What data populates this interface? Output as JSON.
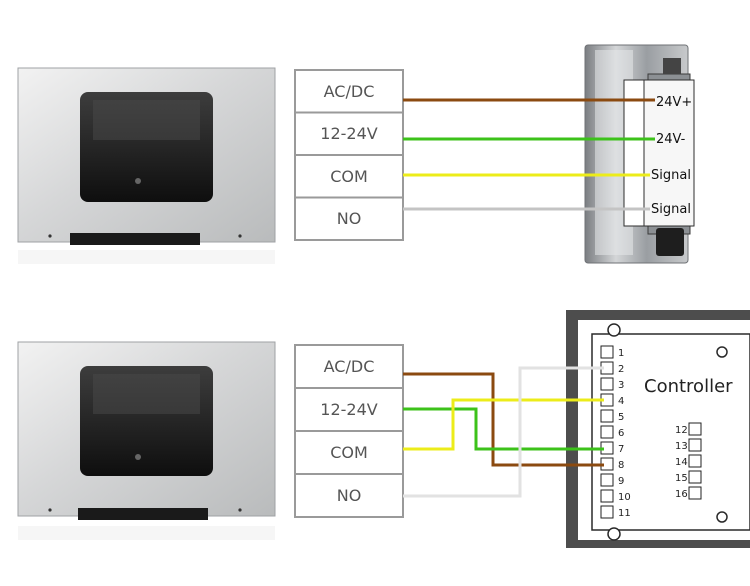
{
  "diagram_top": {
    "terminals": [
      "AC/DC",
      "12-24V",
      "COM",
      "NO"
    ],
    "supply_labels": [
      "24V+",
      "24V-",
      "Signal",
      "Signal"
    ]
  },
  "diagram_bottom": {
    "terminals": [
      "AC/DC",
      "12-24V",
      "COM",
      "NO"
    ],
    "controller_title": "Controller",
    "left_pins": [
      "1",
      "2",
      "3",
      "4",
      "5",
      "6",
      "7",
      "8",
      "9",
      "10",
      "11"
    ],
    "right_pins": [
      "12",
      "13",
      "14",
      "15",
      "16"
    ]
  },
  "colors": {
    "brown": "#8b4a10",
    "green": "#3cc21a",
    "yellow": "#ecec1a",
    "gray": "#c4c4c4",
    "panel_dark": "#2a2a2a",
    "steel": "#cfd1d2"
  }
}
